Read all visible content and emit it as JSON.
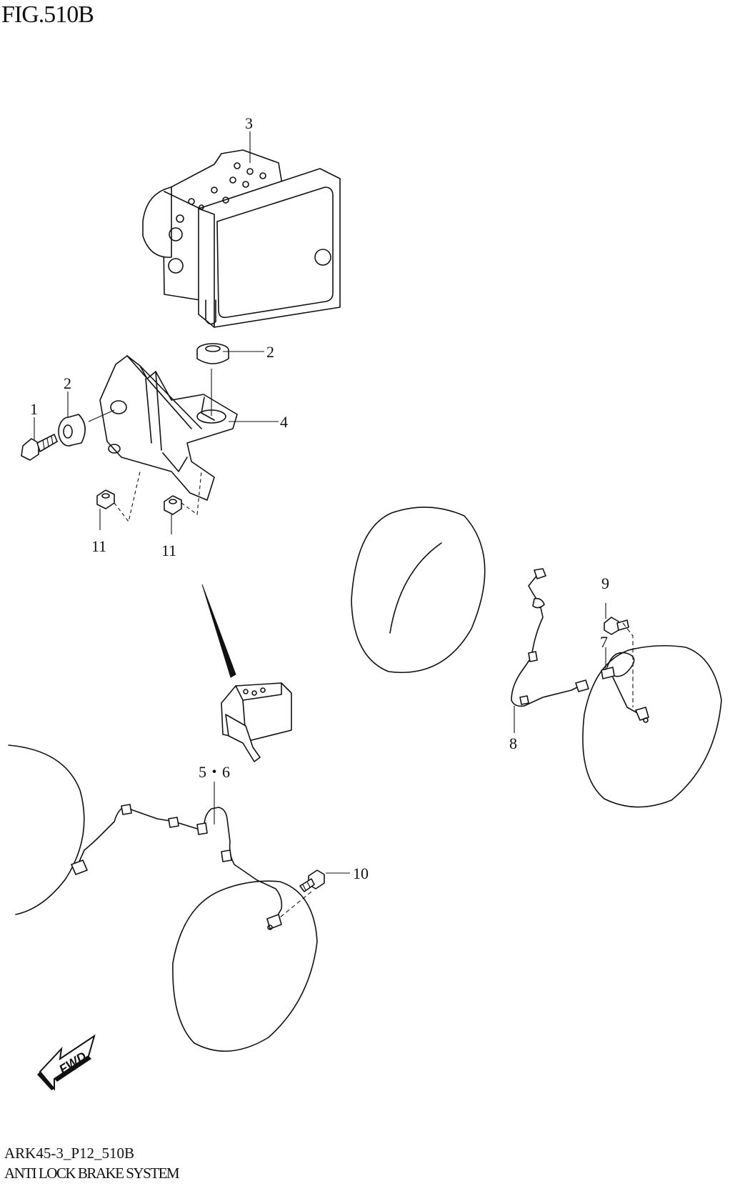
{
  "figure": {
    "title": "FIG.510B",
    "code": "ARK45-3_P12_510B",
    "caption": "ANTI LOCK BRAKE SYSTEM"
  },
  "callouts": {
    "c1": "1",
    "c2a": "2",
    "c2b": "2",
    "c3": "3",
    "c4": "4",
    "c56": "5・6",
    "c7": "7",
    "c8": "8",
    "c9": "9",
    "c10": "10",
    "c11a": "11",
    "c11b": "11"
  },
  "fwd": {
    "label": "FWD"
  }
}
